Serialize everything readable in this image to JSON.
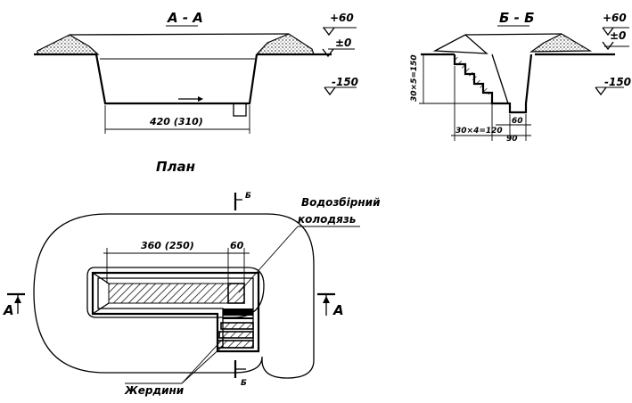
{
  "section_aa": {
    "title": "А - А",
    "level_top": "+60",
    "level_zero": "±0",
    "level_bottom": "-150",
    "width_dim": "420 (310)"
  },
  "section_bb": {
    "title": "Б - Б",
    "level_top": "+60",
    "level_zero": "±0",
    "level_bottom": "-150",
    "height_dim": "30×5=150",
    "steps_dim": "30×4=120",
    "dim_60": "60",
    "dim_90": "90"
  },
  "plan": {
    "title": "План",
    "length_dim": "360 (250)",
    "width_dim": "60",
    "label_well_line1": "Водозбірний",
    "label_well_line2": "колодязь",
    "label_poles": "Жердини",
    "cut_a_left": "А",
    "cut_a_right": "А",
    "cut_b_top": "Б",
    "cut_b_bottom": "Б"
  }
}
